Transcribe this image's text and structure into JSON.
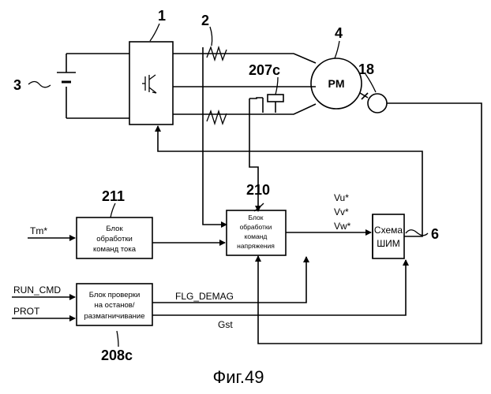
{
  "refs": {
    "r1": "1",
    "r2": "2",
    "r3": "3",
    "r4": "4",
    "r18": "18",
    "r207c": "207c",
    "r210": "210",
    "r211": "211",
    "r6": "6",
    "r208c": "208c"
  },
  "motor": {
    "label": "PM"
  },
  "blocks": {
    "current": [
      "Блок",
      "обработки",
      "команд тока"
    ],
    "voltage": [
      "Блок",
      "обработки",
      "команд",
      "напряжения"
    ],
    "pwm": [
      "Схема",
      "ШИМ"
    ],
    "check": [
      "Блок проверки",
      "на останов/",
      "размагничивание"
    ]
  },
  "signals": {
    "tm": "Tm*",
    "vu": "Vu*",
    "vv": "Vv*",
    "vw": "Vw*",
    "run_cmd": "RUN_CMD",
    "prot": "PROT",
    "flg_demag": "FLG_DEMAG",
    "gst": "Gst"
  },
  "caption": "Фиг.49"
}
